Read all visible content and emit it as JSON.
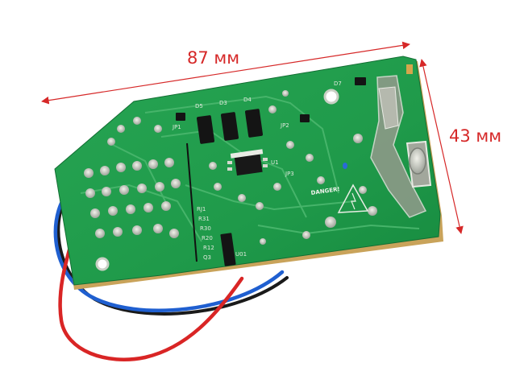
{
  "dimensions": {
    "width_label": "87 мм",
    "height_label": "43 мм",
    "color": "#d62828"
  },
  "board": {
    "pcb_color": "#1f9a4a",
    "silkscreen": {
      "d5": "D5",
      "d3": "D3",
      "d4": "D4",
      "d7": "D7",
      "jp2": "JP2",
      "jp1": "JP1",
      "jp3": "JP3",
      "u1": "U1",
      "danger": "DANGER!",
      "rj1": "RJ1",
      "r31": "R31",
      "r30": "R30",
      "r20": "R20",
      "r12": "R12",
      "q3": "Q3",
      "u01": "U01"
    }
  },
  "wires": {
    "colors": [
      "#1f5fd0",
      "#d92525",
      "#1a1a1a"
    ]
  }
}
